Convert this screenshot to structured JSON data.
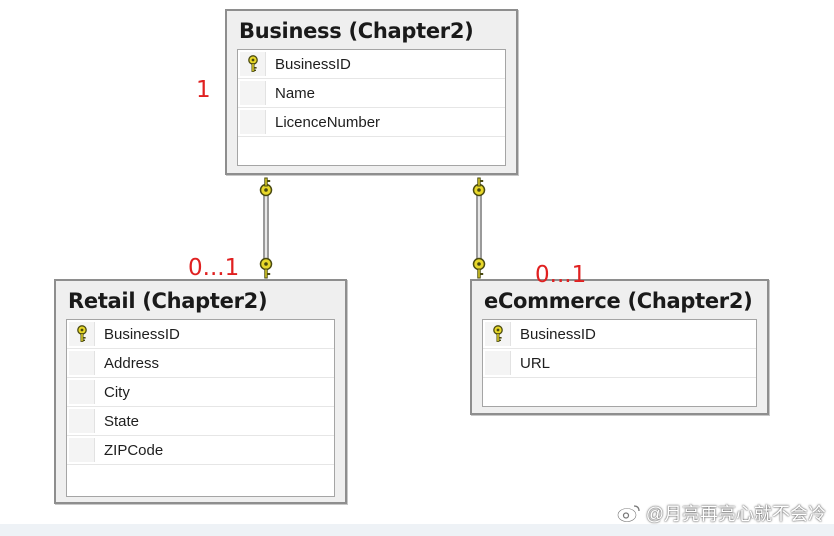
{
  "tables": {
    "business": {
      "title": "Business (Chapter2)",
      "columns": [
        "BusinessID",
        "Name",
        "LicenceNumber"
      ],
      "primary_key": "BusinessID"
    },
    "retail": {
      "title": "Retail (Chapter2)",
      "columns": [
        "BusinessID",
        "Address",
        "City",
        "State",
        "ZIPCode"
      ],
      "primary_key": "BusinessID"
    },
    "ecommerce": {
      "title": "eCommerce (Chapter2)",
      "columns": [
        "BusinessID",
        "URL"
      ],
      "primary_key": "BusinessID"
    }
  },
  "cardinality": {
    "business": "1",
    "retail": "0...1",
    "ecommerce": "0...1"
  },
  "watermark": "@月亮再亮心就不会冷",
  "colors": {
    "cardinality": "#e02020",
    "key_icon": "#e8d82a",
    "table_border": "#8e8e8e",
    "table_bg": "#efefef"
  },
  "icons": {
    "primary_key": "key-icon",
    "relationship_end": "key-icon",
    "watermark_logo": "weibo-icon"
  }
}
